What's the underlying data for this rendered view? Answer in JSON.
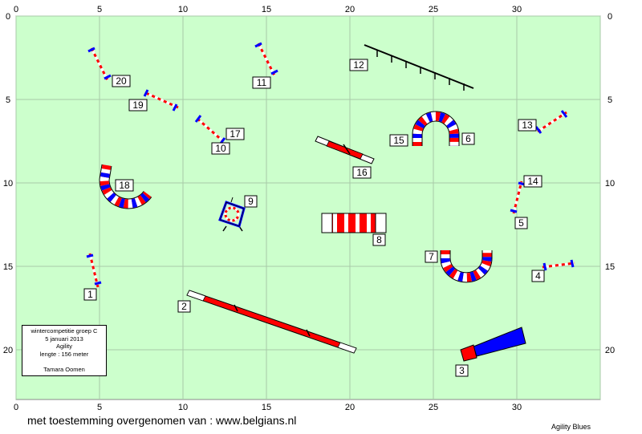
{
  "course": {
    "grid": {
      "x_min": 0,
      "x_max": 35,
      "y_min": 0,
      "y_max": 23,
      "step": 5
    },
    "x_ticks": [
      "0",
      "5",
      "10",
      "15",
      "20",
      "25",
      "30"
    ],
    "y_ticks": [
      "0",
      "5",
      "10",
      "15",
      "20"
    ],
    "colors": {
      "field": "#ccffcc",
      "grid": "#a8c8a8",
      "red": "#ff0000",
      "blue": "#0000ff",
      "white": "#ffffff"
    },
    "obstacle_numbers": [
      "1",
      "2",
      "3",
      "4",
      "5",
      "6",
      "7",
      "8",
      "9",
      "10",
      "11",
      "12",
      "13",
      "14",
      "15",
      "16",
      "17",
      "18",
      "19",
      "20"
    ]
  },
  "info": {
    "line1": "wintercompetitie groep C",
    "line2": "5 januari 2013",
    "line3": "Agility",
    "line4": "lengte : 156 meter",
    "line5": "Tamara Oomen"
  },
  "footer": {
    "permission": "met toestemming overgenomen van : www.belgians.nl",
    "credit": "Agility Blues"
  }
}
